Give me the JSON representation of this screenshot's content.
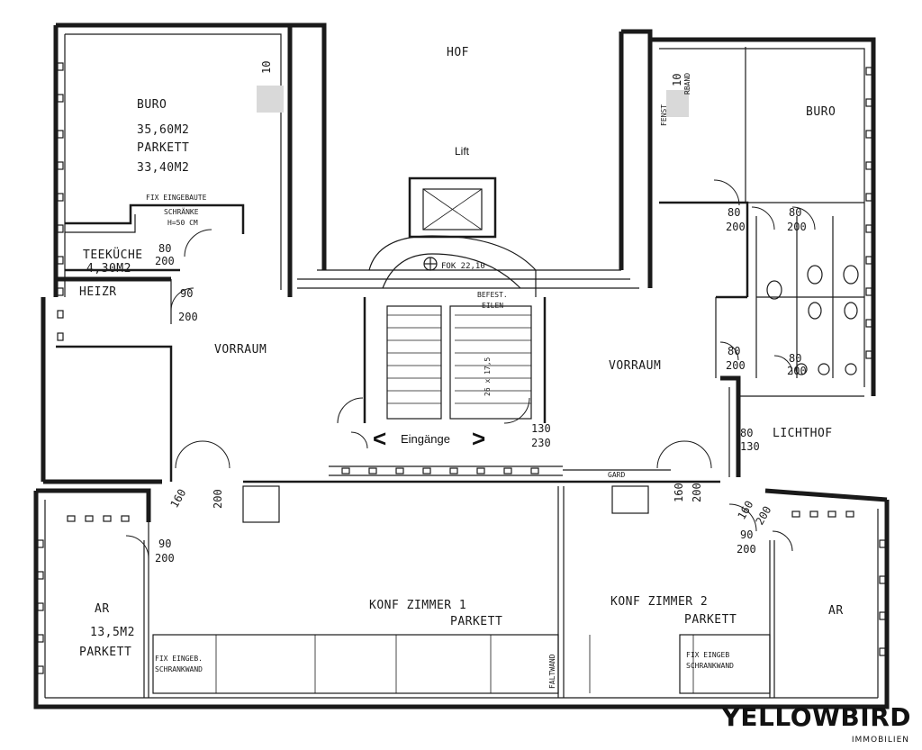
{
  "rooms": {
    "hof": "HOF",
    "lift": "Lift",
    "fok": "FOK 22,10",
    "buro_left": "BURO",
    "buro_left_area": "35,60M2",
    "buro_left_floor": "PARKETT",
    "buro_left_area2": "33,40M2",
    "fix_einbau_1": "FIX EINGEBAUTE",
    "fix_einbau_2": "SCHRÄNKE",
    "fix_einbau_3": "H=50 CM",
    "teekueche": "TEEKÜCHE",
    "teekueche_area": "4,30M2",
    "heizr": "HEIZR",
    "vorraum_left": "VORRAUM",
    "vorraum_right": "VORRAUM",
    "buro_right": "BURO",
    "lichthof": "LICHTHOF",
    "konf1": "KONF ZIMMER 1",
    "konf1_floor": "PARKETT",
    "konf2": "KONF ZIMMER 2",
    "konf2_floor": "PARKETT",
    "ar_left": "AR",
    "ar_left_area": "13,5M2",
    "ar_left_floor": "PARKETT",
    "ar_right": "AR",
    "fix_eingeb_left_1": "FIX EINGEB.",
    "fix_eingeb_left_2": "SCHRANKWAND",
    "fix_eingeb_right_1": "FIX EINGEB",
    "fix_eingeb_right_2": "SCHRANKWAND",
    "faltwand": "FALTWAND",
    "eingaenge": "Eingänge",
    "befest": "BEFEST.",
    "eilen": "EILEN",
    "stairs_text": "26 x 17,5",
    "gard": "GARD",
    "fenst": "FENST",
    "rband": "RBAND"
  },
  "dimensions": {
    "d_80_200_tee": [
      "80",
      "200"
    ],
    "d_90_200_heizr": [
      "90",
      "200"
    ],
    "d_80_200_right_a": [
      "80",
      "200"
    ],
    "d_80_200_right_b": [
      "80",
      "200"
    ],
    "d_80_200_right_c": [
      "80",
      "200"
    ],
    "d_80_200_right_d": [
      "80",
      "200"
    ],
    "d_80_130_licht": [
      "80",
      "130"
    ],
    "d_130_230_entry": [
      "130",
      "230"
    ],
    "d_160_200_left": [
      "160",
      "200"
    ],
    "d_160_200_right": [
      "160",
      "200"
    ],
    "d_160_200_right2": [
      "160",
      "200"
    ],
    "d_90_200_ar_left": [
      "90",
      "200"
    ],
    "d_90_200_ar_right": [
      "90",
      "200"
    ],
    "d_10": "10",
    "d_10_right": "10"
  },
  "logo": {
    "brand": "YELLOWBIRD",
    "sub": "IMMOBILIEN"
  },
  "colors": {
    "ink": "#1a1a1a",
    "paper": "#ffffff"
  }
}
